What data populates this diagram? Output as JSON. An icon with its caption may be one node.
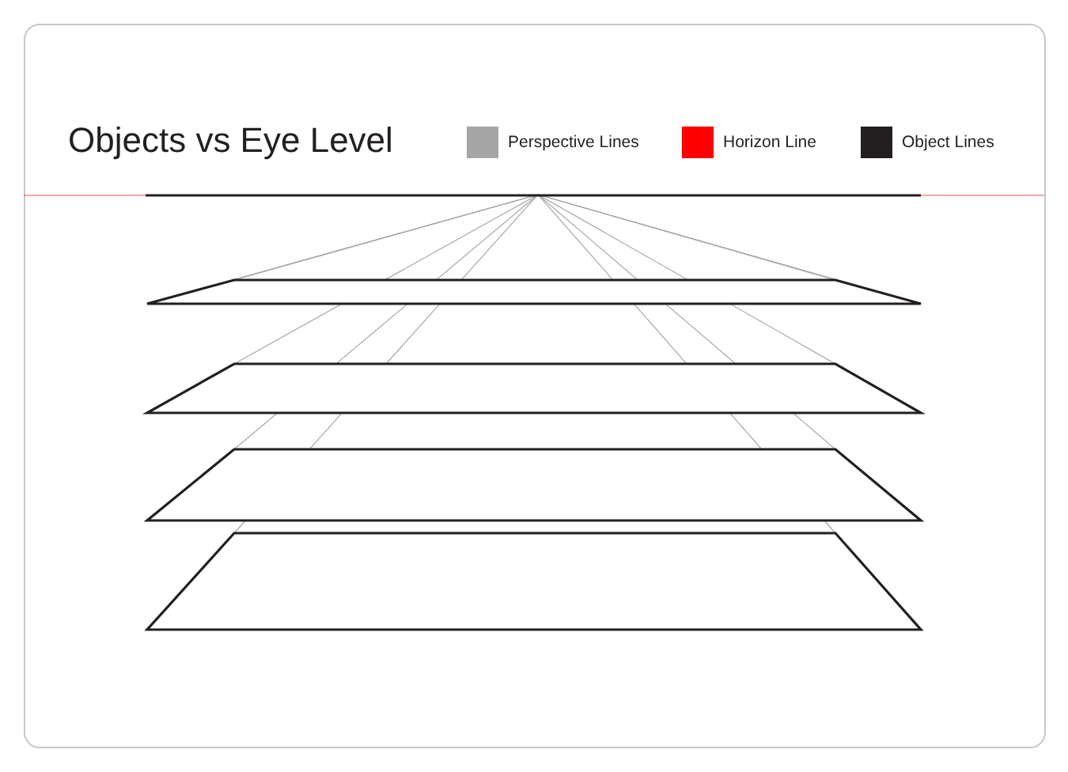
{
  "diagram": {
    "title": "Objects vs Eye Level",
    "legend": [
      {
        "text": "Perspective Lines",
        "color": "#a6a6a6"
      },
      {
        "text": "Horizon Line",
        "color": "#ff0000"
      },
      {
        "text": "Object Lines",
        "color": "#231f20"
      }
    ]
  }
}
